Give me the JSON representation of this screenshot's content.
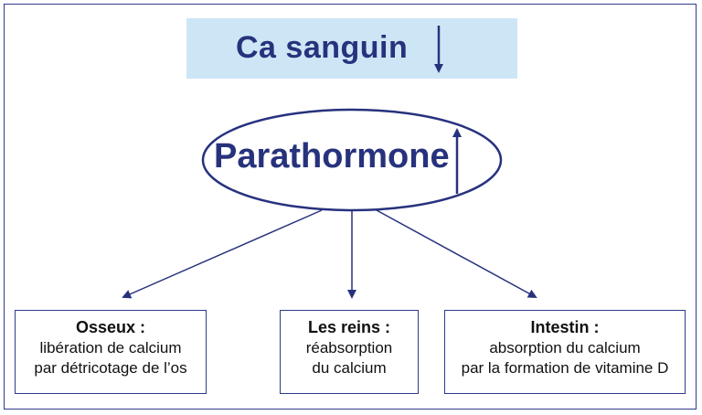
{
  "title": "Ca sanguin",
  "hormone": "Parathormone",
  "boxes": [
    {
      "heading": "Osseux :",
      "line1": "libération de calcium",
      "line2": "par détricotage de l’os"
    },
    {
      "heading": "Les reins :",
      "line1": "réabsorption",
      "line2": "du calcium"
    },
    {
      "heading": "Intestin :",
      "line1": "absorption du calcium",
      "line2": "par la formation de vitamine D"
    }
  ],
  "colors": {
    "accent": "#27327d",
    "band": "#cde6f6"
  }
}
